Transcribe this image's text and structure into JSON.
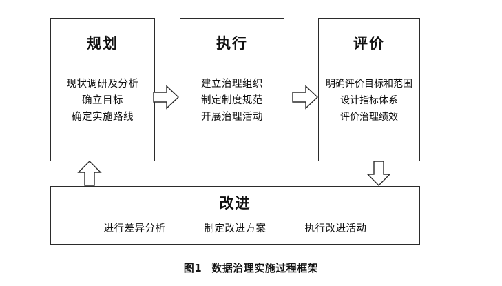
{
  "figure": {
    "caption_number": "图1",
    "caption_text": "数据治理实施过程框架"
  },
  "colors": {
    "background": "#ffffff",
    "stroke": "#2b2b2b",
    "text": "#111111"
  },
  "stages": [
    {
      "id": "planning",
      "title": "规划",
      "items": [
        "现状调研及分析",
        "确立目标",
        "确定实施路线"
      ]
    },
    {
      "id": "execution",
      "title": "执行",
      "items": [
        "建立治理组织",
        "制定制度规范",
        "开展治理活动"
      ]
    },
    {
      "id": "evaluation",
      "title": "评价",
      "items": [
        "明确评价目标和范围",
        "设计指标体系",
        "评价治理绩效"
      ]
    }
  ],
  "improvement": {
    "id": "improvement",
    "title": "改进",
    "items": [
      "进行差异分析",
      "制定改进方案",
      "执行改进活动"
    ]
  },
  "connectors": [
    {
      "id": "planning-to-execution",
      "direction": "right"
    },
    {
      "id": "execution-to-evaluation",
      "direction": "right"
    },
    {
      "id": "evaluation-to-improvement",
      "direction": "down"
    },
    {
      "id": "improvement-to-planning",
      "direction": "up"
    }
  ]
}
